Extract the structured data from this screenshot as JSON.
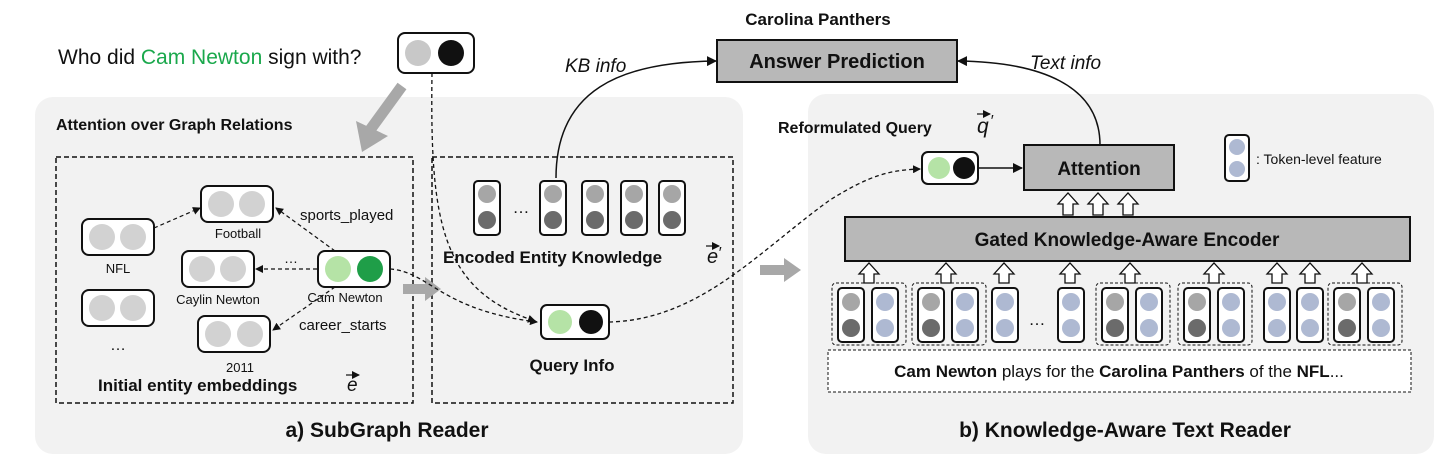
{
  "question": {
    "prefix": "Who did ",
    "entity": "Cam Newton",
    "suffix": " sign with?"
  },
  "answer": {
    "text": "Carolina Panthers",
    "box_label": "Answer Prediction"
  },
  "arrows": {
    "kb_info": "KB info",
    "text_info": "Text info"
  },
  "subgraph": {
    "attention_title": "Attention over Graph Relations",
    "nodes": {
      "football": "Football",
      "nfl": "NFL",
      "caylin": "Caylin Newton",
      "cam": "Cam Newton",
      "year": "2011",
      "ellipsis": "…",
      "mid_dots": "…"
    },
    "relations": {
      "sports_played": "sports_played",
      "career_starts": "career_starts"
    },
    "init_embed_label": "Initial entity embeddings",
    "init_embed_vec": "e",
    "encoded_label": "Encoded Entity Knowledge",
    "encoded_vec": "e",
    "encoded_dots": "…",
    "query_info": "Query Info",
    "panel_title": "a) SubGraph Reader"
  },
  "text_reader": {
    "reformulated": "Reformulated Query",
    "reformulated_vec": "q",
    "attention": "Attention",
    "legend": ": Token-level feature",
    "encoder": "Gated Knowledge-Aware Encoder",
    "token_dots": "…",
    "sentence": {
      "p1": "Cam Newton",
      "p2": " plays for the ",
      "p3": "Carolina Panthers",
      "p4": " of the ",
      "p5": "NFL",
      "p6": "..."
    },
    "panel_title": "b) Knowledge-Aware Text Reader"
  },
  "colors": {
    "entity_green": "#1aa84c",
    "light_green": "#b5e3a6",
    "dark_green": "#1f9e48",
    "panel_bg": "#f2f2f2",
    "box_gray": "#b8b8b8",
    "token_blue": "#aeb9d2",
    "circle_light": "#cfcfcf",
    "circle_mid": "#a6a6a6",
    "circle_dark": "#6b6b6b"
  }
}
